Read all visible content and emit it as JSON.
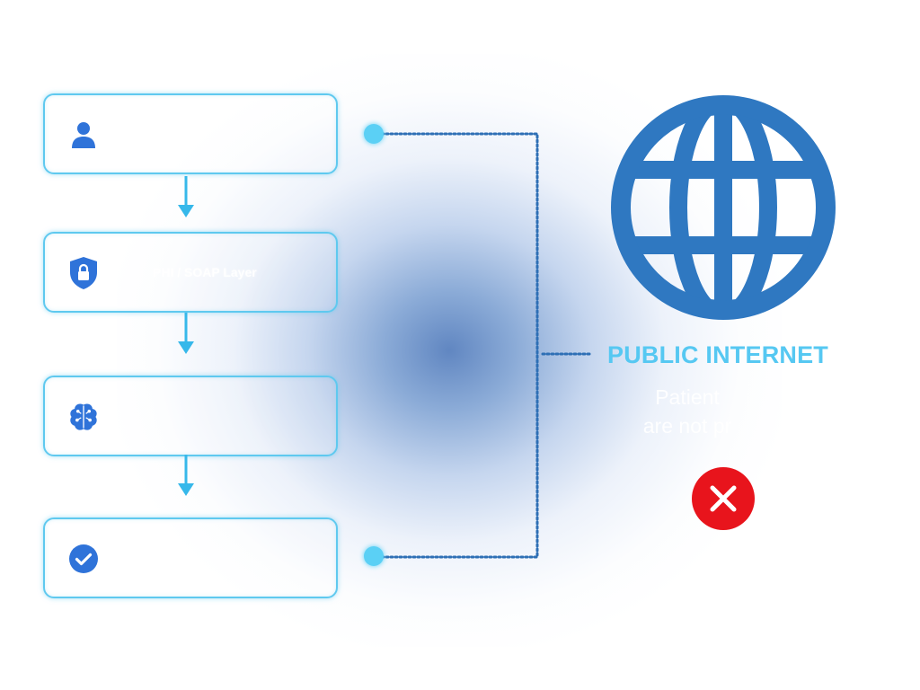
{
  "steps": [
    {
      "icon": "user-icon",
      "label_line1": "",
      "label_line2": ""
    },
    {
      "icon": "shield-lock-icon",
      "label_line1": "",
      "label_line2": "PHI / SOAP Layer"
    },
    {
      "icon": "brain-circuit-icon",
      "label_line1": "",
      "label_line2": ""
    },
    {
      "icon": "check-circle-icon",
      "label_line1": "",
      "label_line2": ""
    }
  ],
  "public_internet": {
    "title": "PUBLIC INTERNET",
    "subtitle_line1": "Patient",
    "subtitle_line2": "are not pr",
    "icon": "globe-icon",
    "status_icon": "x-circle-icon"
  },
  "colors": {
    "accent": "#56c8f2",
    "box_border": "#5fc9ef",
    "icon_blue": "#2f73d9",
    "globe": "#2f78c1",
    "connector": "#2e6fb5",
    "error_red": "#e8141c"
  }
}
